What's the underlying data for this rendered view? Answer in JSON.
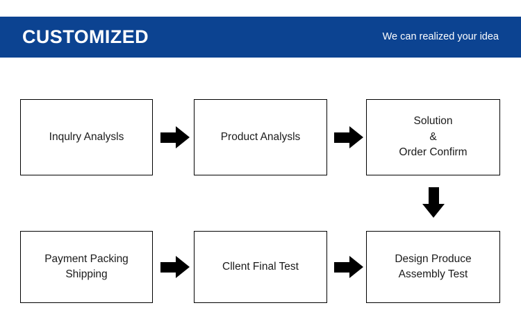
{
  "banner": {
    "title": "CUSTOMIZED",
    "tagline": "We can realized your idea",
    "background_color": "#0c4391",
    "text_color": "#ffffff"
  },
  "flow": {
    "border_color": "#000000",
    "arrow_color": "#000000",
    "rows": [
      {
        "row_index": 1,
        "nodes": [
          {
            "id": "inquiry-analysis",
            "label": "Inqulry Analysls"
          },
          {
            "id": "product-analysis",
            "label": "Product Analysls"
          },
          {
            "id": "solution-order-confirm",
            "label": "Solution\n&\nOrder Confirm"
          }
        ]
      },
      {
        "row_index": 2,
        "nodes": [
          {
            "id": "payment-packing-shipping",
            "label": "Payment Packing\nShipping"
          },
          {
            "id": "client-final-test",
            "label": "Cllent Final Test"
          },
          {
            "id": "design-produce-assembly-test",
            "label": "Design Produce\nAssembly Test"
          }
        ]
      }
    ],
    "connectors": [
      {
        "id": "arrow-1",
        "direction": "right",
        "from": "inquiry-analysis",
        "to": "product-analysis"
      },
      {
        "id": "arrow-2",
        "direction": "right",
        "from": "product-analysis",
        "to": "solution-order-confirm"
      },
      {
        "id": "arrow-3",
        "direction": "down",
        "from": "solution-order-confirm",
        "to": "design-produce-assembly-test"
      },
      {
        "id": "arrow-4",
        "direction": "right",
        "from": "payment-packing-shipping",
        "to": "client-final-test"
      },
      {
        "id": "arrow-5",
        "direction": "right",
        "from": "client-final-test",
        "to": "design-produce-assembly-test"
      }
    ]
  }
}
